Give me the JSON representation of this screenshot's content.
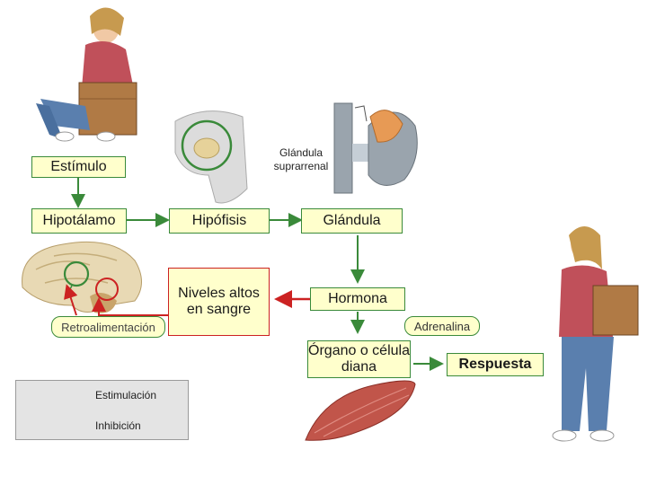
{
  "boxes": {
    "estimulo": "Estímulo",
    "hipotalamo": "Hipotálamo",
    "hipofisis": "Hipófisis",
    "glandula": "Glándula",
    "niveles": "Niveles altos en sangre",
    "hormona": "Hormona",
    "organo": "Órgano o célula diana",
    "respuesta": "Respuesta"
  },
  "labels": {
    "glandula_suprarrenal": "Glándula suprarrenal",
    "retroalimentacion": "Retroalimentación",
    "adrenalina": "Adrenalina"
  },
  "legend": {
    "estimulacion": "Estimulación",
    "inhibicion": "Inhibición"
  },
  "colors": {
    "stimulation": "#3a8a3a",
    "inhibition": "#cc2222",
    "box_fill": "#ffffcc"
  }
}
